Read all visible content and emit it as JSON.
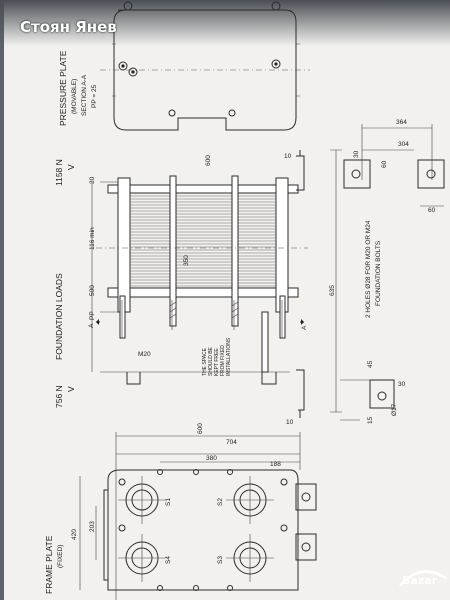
{
  "watermark": {
    "seller_name": "Стоян Янев",
    "logo_text": "Bazar"
  },
  "pressure_plate": {
    "title": "PRESSURE PLATE",
    "subtitle": "(MOVABLE)",
    "section": "SECTION A-A",
    "pp": "PP = 25"
  },
  "frame_plate": {
    "title": "FRAME PLATE",
    "subtitle": "(FIXED)"
  },
  "foundation": {
    "title": "FOUNDATION LOADS",
    "load_top": "1158 N",
    "load_bottom": "756 N",
    "arrow": "V"
  },
  "ports": [
    "S1",
    "S2",
    "S3",
    "S4"
  ],
  "notes": {
    "space": [
      "THE SPACE",
      "SHOULD BE",
      "KEPT FREE",
      "FROM FIXED",
      "INSTALLATIONS"
    ],
    "holes": [
      "2 HOLES Ø28 FOR M20 OR M24",
      "FOUNDATION BOLTS"
    ]
  },
  "dimensions": {
    "d600_top": "600",
    "d10_top": "10",
    "d30": "30",
    "d116": "116 min",
    "d500": "500",
    "d350": "350",
    "pp": "PP",
    "a": "A",
    "m20": "M20",
    "d635": "635",
    "d364": "364",
    "d304": "304",
    "d60a": "60",
    "d60b": "60",
    "d30b": "30",
    "d45": "45",
    "d15": "15",
    "d17": "Ø17",
    "d10_bot": "10",
    "d600_bot": "600",
    "d704": "704",
    "d380": "380",
    "d188": "188",
    "d203": "203",
    "d420": "420"
  }
}
